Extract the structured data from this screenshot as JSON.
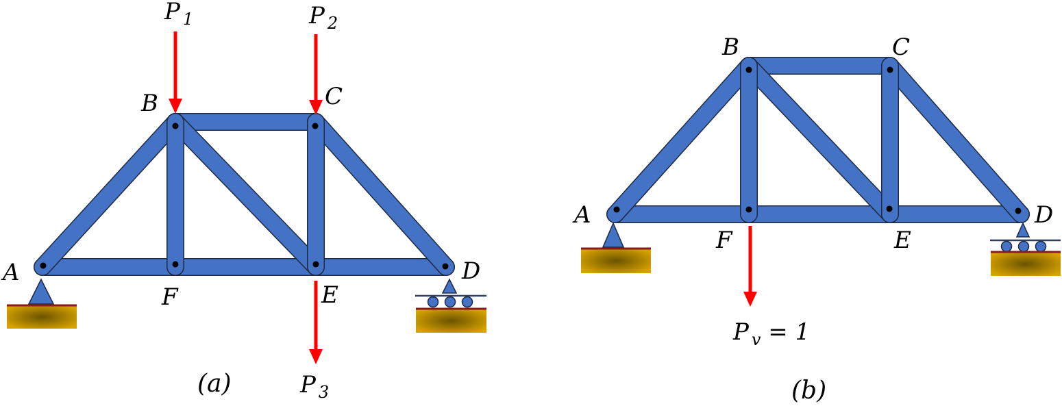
{
  "colors": {
    "member": "#4472c4",
    "member_edge": "#1d2a44",
    "load": "#ff0000",
    "ground_light": "#d7a300",
    "ground_dark": "#6b5300",
    "ground_line": "#8b1a1a",
    "support": "#4472c4",
    "rail": "#2f3e5c"
  },
  "figure_a": {
    "caption": "(a)",
    "nodes": {
      "A": "A",
      "B": "B",
      "C": "C",
      "D": "D",
      "E": "E",
      "F": "F"
    },
    "loads": [
      {
        "id": "P1",
        "base": "P",
        "index": "1"
      },
      {
        "id": "P2",
        "base": "P",
        "index": "2"
      },
      {
        "id": "P3",
        "base": "P",
        "index": "3"
      }
    ]
  },
  "figure_b": {
    "caption": "(b)",
    "nodes": {
      "A": "A",
      "B": "B",
      "C": "C",
      "D": "D",
      "E": "E",
      "F": "F"
    },
    "load": {
      "base": "P",
      "index": "v",
      "rest": " = 1"
    }
  }
}
